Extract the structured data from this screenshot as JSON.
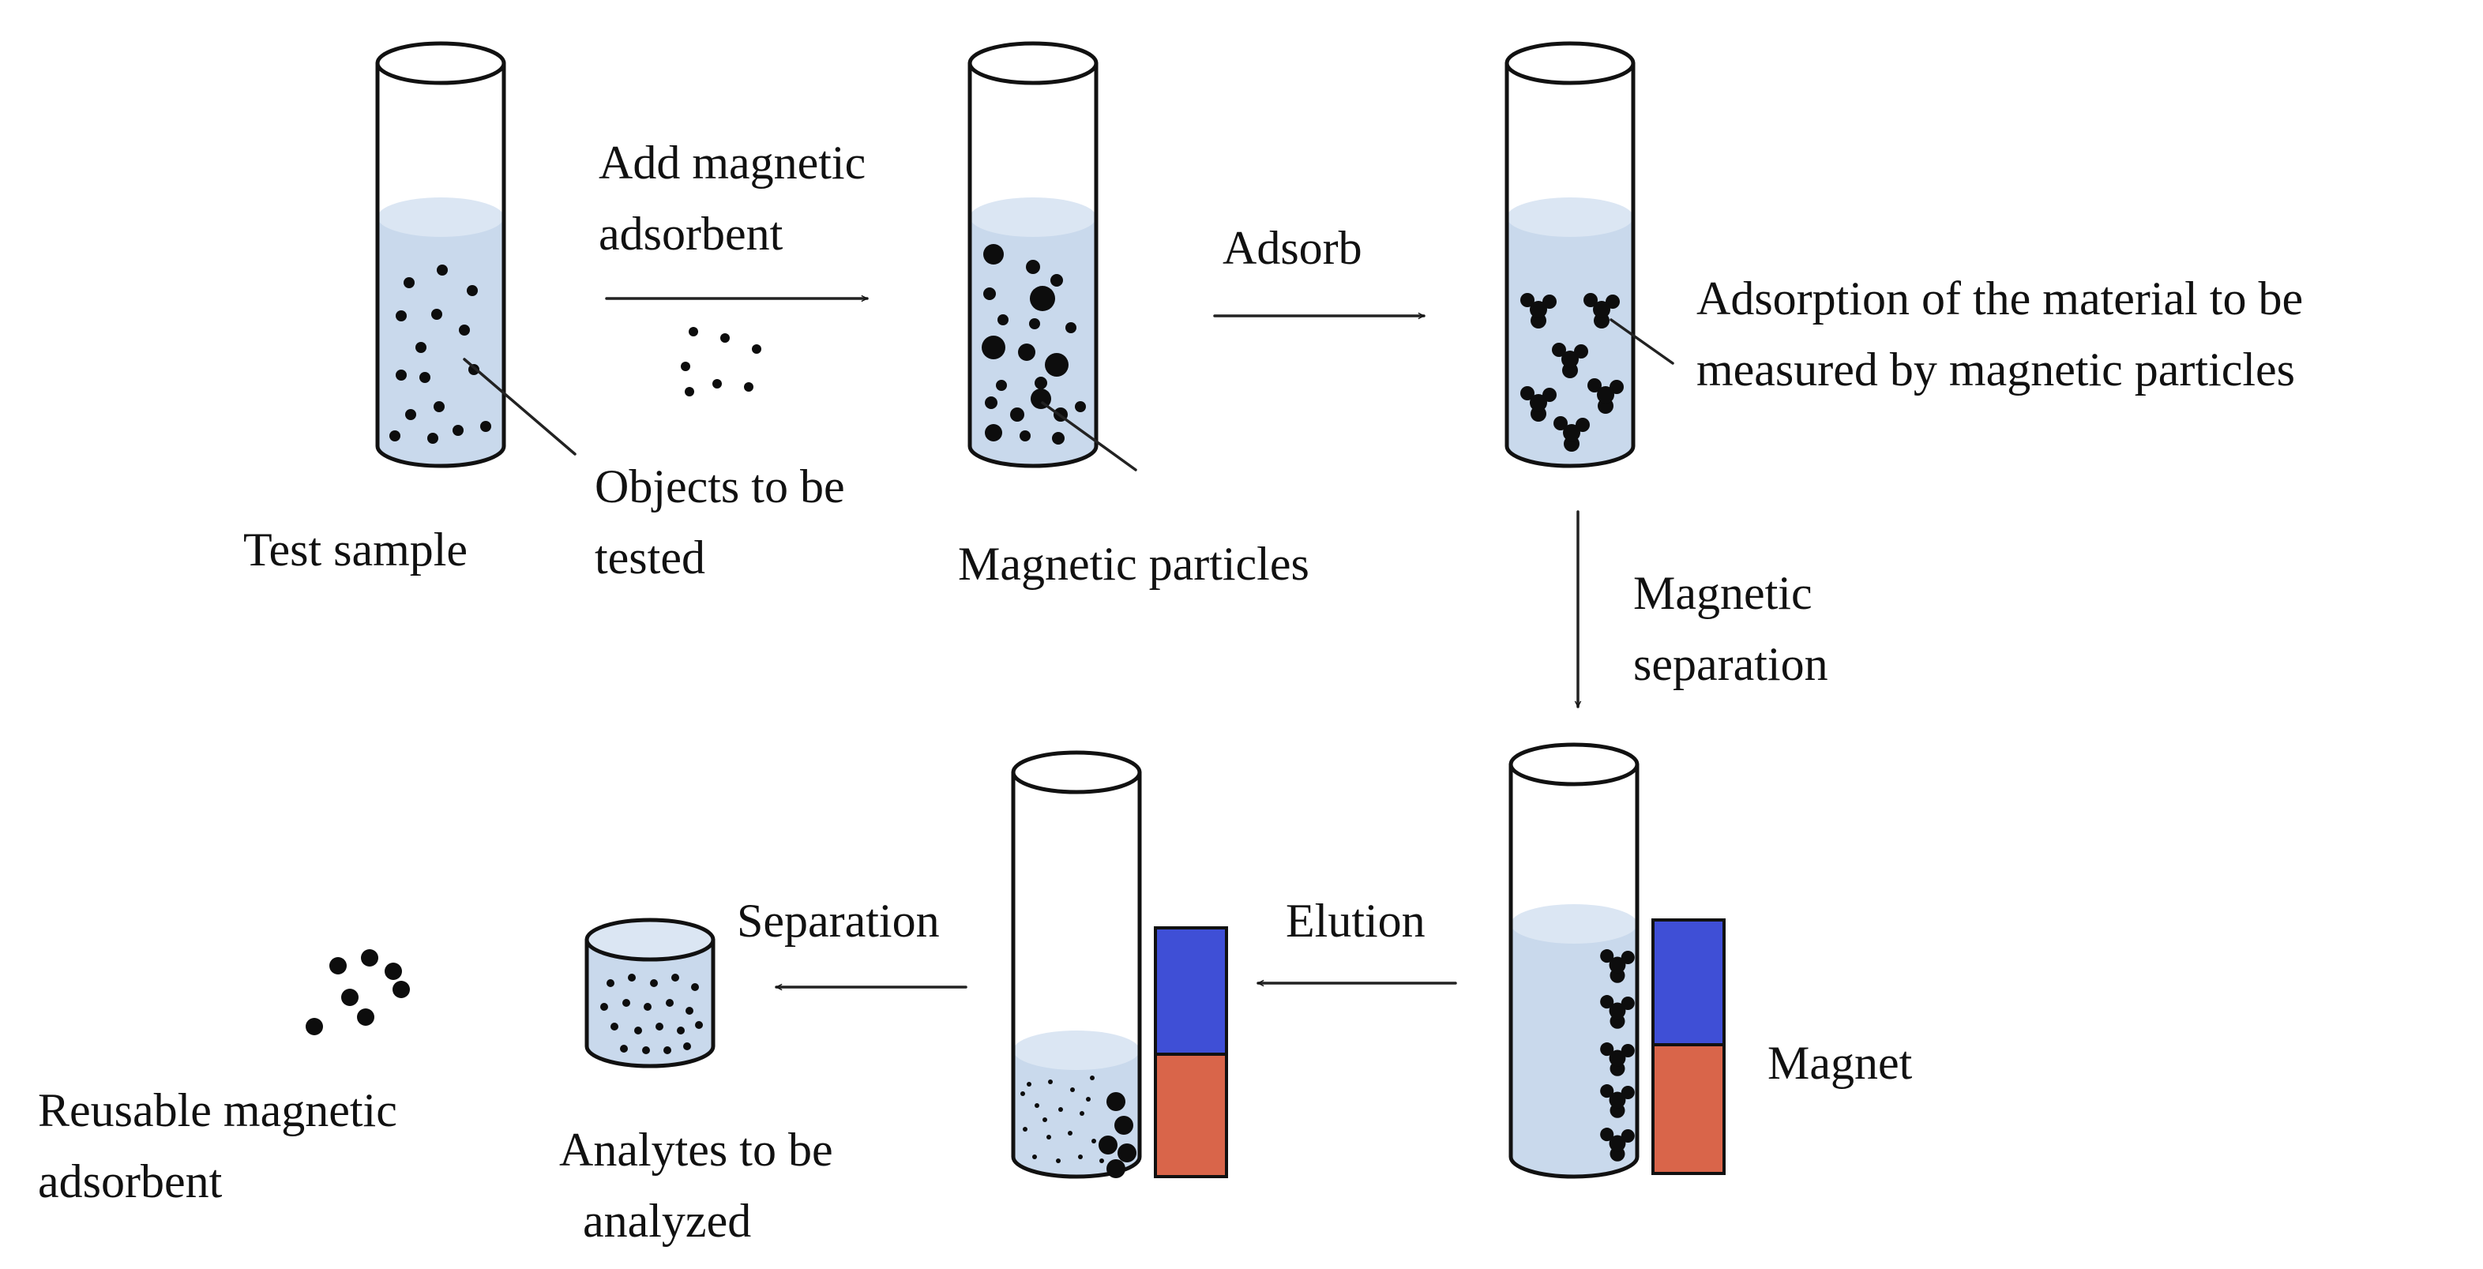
{
  "colors": {
    "liquid": "#c9d9ec",
    "liquid_top": "#dbe6f3",
    "particle": "#0d0d0d",
    "magnet_north": "#3f4fd6",
    "magnet_south": "#d9654a",
    "outline": "#111111"
  },
  "steps": {
    "add_adsorbent": [
      "Add magnetic",
      "adsorbent"
    ],
    "adsorb": "Adsorb",
    "magnetic_separation": [
      "Magnetic",
      "separation"
    ],
    "elution": "Elution",
    "separation": "Separation"
  },
  "labels": {
    "test_sample": "Test sample",
    "objects_tested": [
      "Objects to be",
      "tested"
    ],
    "magnetic_particles": "Magnetic particles",
    "adsorption": [
      "Adsorption of the material to be",
      "measured by magnetic particles"
    ],
    "magnet": "Magnet",
    "reusable_adsorbent": [
      "Reusable magnetic",
      "adsorbent"
    ],
    "analytes": [
      "Analytes to be",
      "analyzed"
    ]
  }
}
